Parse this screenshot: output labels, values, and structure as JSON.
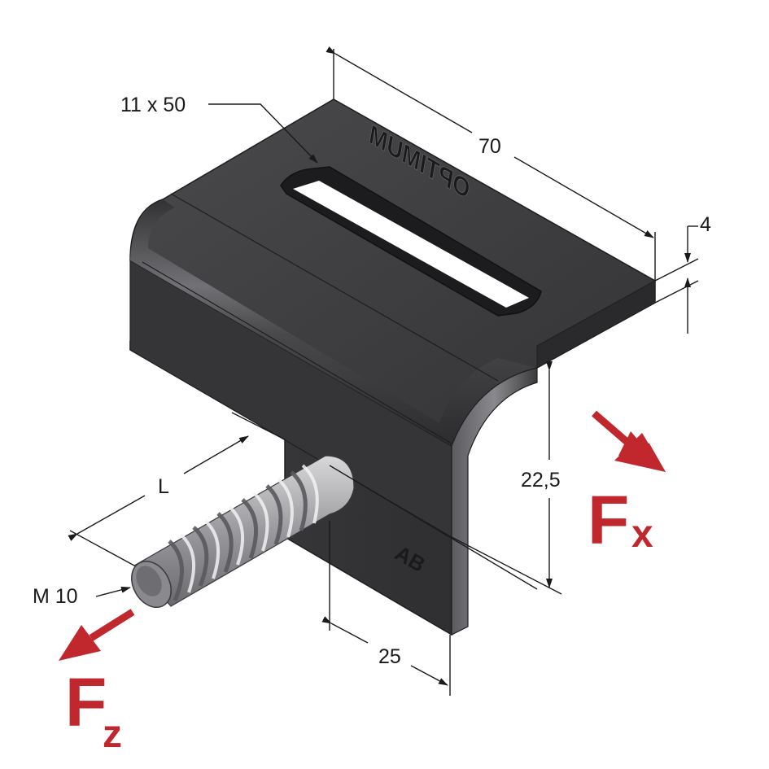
{
  "dimensions": {
    "slot": "11 x 50",
    "length": "70",
    "thickness": "4",
    "height": "22,5",
    "bolt_length": "L",
    "thread": "M 10",
    "width": "25"
  },
  "forces": {
    "fx_main": "F",
    "fx_sub": "x",
    "fz_main": "F",
    "fz_sub": "z"
  },
  "engravings": {
    "brand": "OPTIMUM",
    "code": "AB"
  },
  "colors": {
    "force_red": "#c0282d",
    "metal_dark": "#3a3a3c",
    "metal_mid": "#5a5a5d",
    "dim_line": "#1a1a1a"
  }
}
